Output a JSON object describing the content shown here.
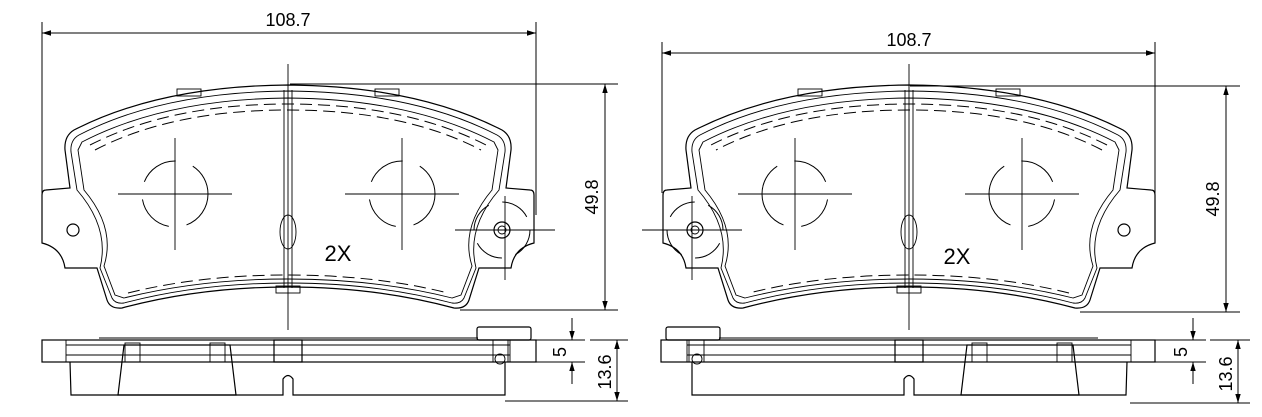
{
  "drawing": {
    "line_color": "#000000",
    "background": "#ffffff",
    "views": [
      {
        "id": "left",
        "width_label": "108.7",
        "height_label": "49.8",
        "quantity_label": "2X",
        "shim_label": "5",
        "thickness_label": "13.6"
      },
      {
        "id": "right",
        "width_label": "108.7",
        "height_label": "49.8",
        "quantity_label": "2X",
        "shim_label": "5",
        "thickness_label": "13.6"
      }
    ]
  }
}
